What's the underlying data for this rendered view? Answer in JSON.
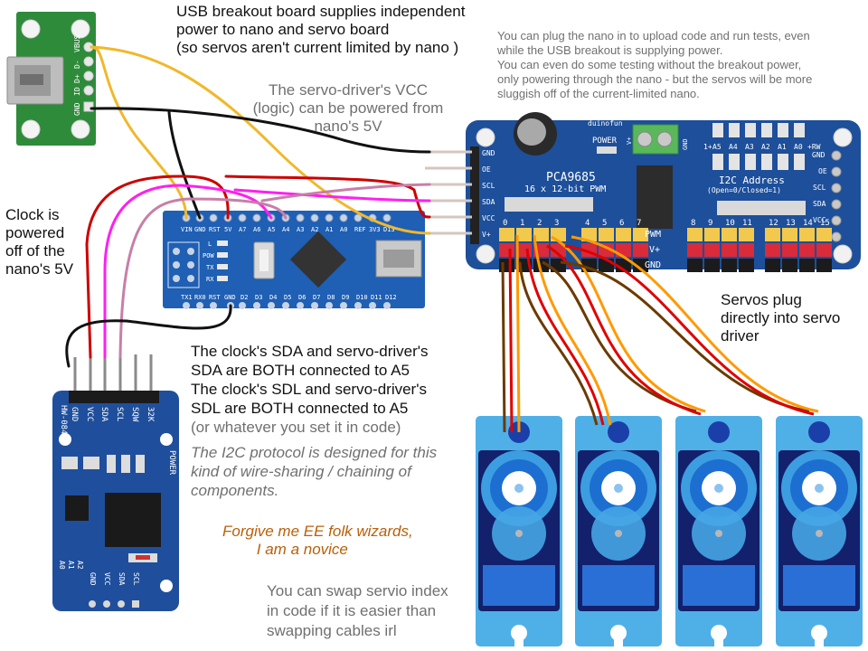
{
  "title": "Nano + PCA9685 servo driver + clock module wiring diagram",
  "colors": {
    "wire_yellow": "#f0b82a",
    "wire_black": "#111111",
    "wire_red": "#cc0000",
    "wire_magenta": "#ff1ff0",
    "wire_pink": "#c77fa8",
    "wire_brown": "#6b3a00",
    "wire_orange": "#ff9a00",
    "servo_blue": "#3aa3e0",
    "pcb_blue": "#1f4f9c",
    "usb_green": "#2e8b3a",
    "note_orange": "#b8600a"
  },
  "annotations": {
    "usb_power": "USB breakout board supplies independent\npower to nano and servo board\n(so servos aren't current limited by nano )",
    "plug_nano": "You can plug the nano in to upload code and run tests, even\nwhile the USB breakout is supplying power.\nYou can even do some testing without the breakout power,\nonly powering through the nano - but the servos will be more\nsluggish off of the current-limited nano.",
    "driver_vcc": "The servo-driver's VCC\n(logic) can be powered from\nnano's 5V",
    "clock_power": "Clock is\npowered\noff of the\nnano's 5V",
    "i2c_wiring": "The clock's SDA and servo-driver's\nSDA are BOTH connected to A5\nThe clock's SDL and servo-driver's\nSDL are BOTH connected to A5",
    "i2c_code_note": "(or whatever you set it in code)",
    "i2c_protocol_note": "The I2C protocol is designed for this\nkind of wire-sharing / chaining of\ncomponents.",
    "servos_plug": "Servos plug\ndirectly into servo\ndriver",
    "apology": "Forgive me EE folk wizards,\n        I am a novice",
    "swap_index": "You can swap servio index\nin code if it is easier than\nswapping cables irl"
  },
  "usb_breakout": {
    "pins": [
      "VBUS",
      "D-",
      "D+",
      "ID",
      "GND"
    ]
  },
  "nano": {
    "top_pins": [
      "VIN",
      "GND",
      "RST",
      "5V",
      "A7",
      "A6",
      "A5",
      "A4",
      "A3",
      "A2",
      "A1",
      "A0",
      "REF",
      "3V3",
      "D13"
    ],
    "bottom_pins": [
      "TX1",
      "RX0",
      "RST",
      "GND",
      "D2",
      "D3",
      "D4",
      "D5",
      "D6",
      "D7",
      "D8",
      "D9",
      "D10",
      "D11",
      "D12"
    ],
    "leds": [
      "L",
      "POW",
      "TX",
      "RX"
    ]
  },
  "servo_driver": {
    "brand": "duinofun",
    "chip": "PCA9685",
    "subtitle": "16 x 12-bit PWM",
    "power_label": "POWER",
    "terminal_labels": [
      "V+",
      "GND"
    ],
    "address_title": "I2C Address",
    "address_subtitle": "(Open=0/Closed=1)",
    "address_bits": [
      "A5",
      "A4",
      "A3",
      "A2",
      "A1",
      "A0"
    ],
    "address_prefix": "1+",
    "address_suffix": "+RW",
    "left_pins": [
      "GND",
      "OE",
      "SCL",
      "SDA",
      "VCC",
      "V+"
    ],
    "right_pins": [
      "GND",
      "OE",
      "SCL",
      "SDA",
      "VCC",
      "V+"
    ],
    "channels": [
      "0",
      "1",
      "2",
      "3",
      "4",
      "5",
      "6",
      "7",
      "8",
      "9",
      "10",
      "11",
      "12",
      "13",
      "14",
      "15"
    ],
    "row_labels": [
      "PWM",
      "V+",
      "GND"
    ]
  },
  "clock_module": {
    "model": "HW-084",
    "top_pins": [
      "GND",
      "VCC",
      "SDA",
      "SCL",
      "SQW",
      "32K"
    ],
    "bottom_pins": [
      "GND",
      "VCC",
      "SDA",
      "SCL"
    ],
    "address_pins": [
      "A0",
      "A1",
      "A2"
    ],
    "power_label": "POWER"
  },
  "servos": {
    "count": 4,
    "connected_channels": [
      "0",
      "1",
      "2",
      "3"
    ]
  }
}
